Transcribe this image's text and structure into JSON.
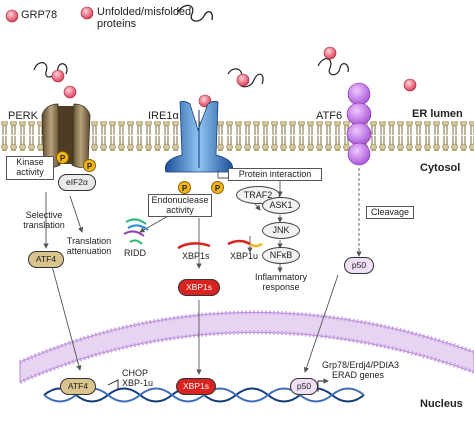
{
  "legend": {
    "grp78": "GRP78",
    "unfolded_line1": "Unfolded/misfolded",
    "unfolded_line2": "proteins"
  },
  "compartments": {
    "er_lumen": "ER lumen",
    "cytosol": "Cytosol",
    "nucleus": "Nucleus"
  },
  "receptors": {
    "perk": "PERK",
    "ire1": "IRE1α",
    "atf6": "ATF6"
  },
  "perk_branch": {
    "kinase_line1": "Kinase",
    "kinase_line2": "activity",
    "eif2a": "eIF2α",
    "selective_line1": "Selective",
    "selective_line2": "translation",
    "attenuation_line1": "Translation",
    "attenuation_line2": "attenuation",
    "atf4": "ATF4"
  },
  "ire1_branch": {
    "endonuclease_line1": "Endonuclease",
    "endonuclease_line2": "activity",
    "protein_interaction": "Protein interaction",
    "traf2": "TRAF2",
    "ridd": "RIDD",
    "xbp1s": "XBP1s",
    "xbp1u": "XBP1u",
    "xbp1s_protein": "XBP1s",
    "ask1": "ASK1",
    "jnk": "JNK",
    "nfkb": "NFκB",
    "inflam_line1": "Inflammatory",
    "inflam_line2": "response"
  },
  "atf6_branch": {
    "cleavage": "Cleavage",
    "p50": "p50"
  },
  "nuclear": {
    "atf4": "ATF4",
    "chop_line1": "CHOP",
    "chop_line2": "XBP-1u",
    "xbp1s": "XBP1s",
    "p50": "p50",
    "erad_line1": "Grp78/Erdj4/PDIA3",
    "erad_line2": "ERAD genes"
  },
  "phospho": "P",
  "colors": {
    "grp78": "#e8536a",
    "perk": "#8e7a5a",
    "ire1": "#2f6fc0",
    "atf6": "#b95de8",
    "atf4_fill": "#d9c48d",
    "xbp1s_fill": "#d8231f",
    "p50_fill": "#efe0f7",
    "membrane_head": "#d4c89a",
    "nuclear_membrane": "#c9a5e0",
    "dna": "#143c7c",
    "phospho": "#f4b619"
  }
}
